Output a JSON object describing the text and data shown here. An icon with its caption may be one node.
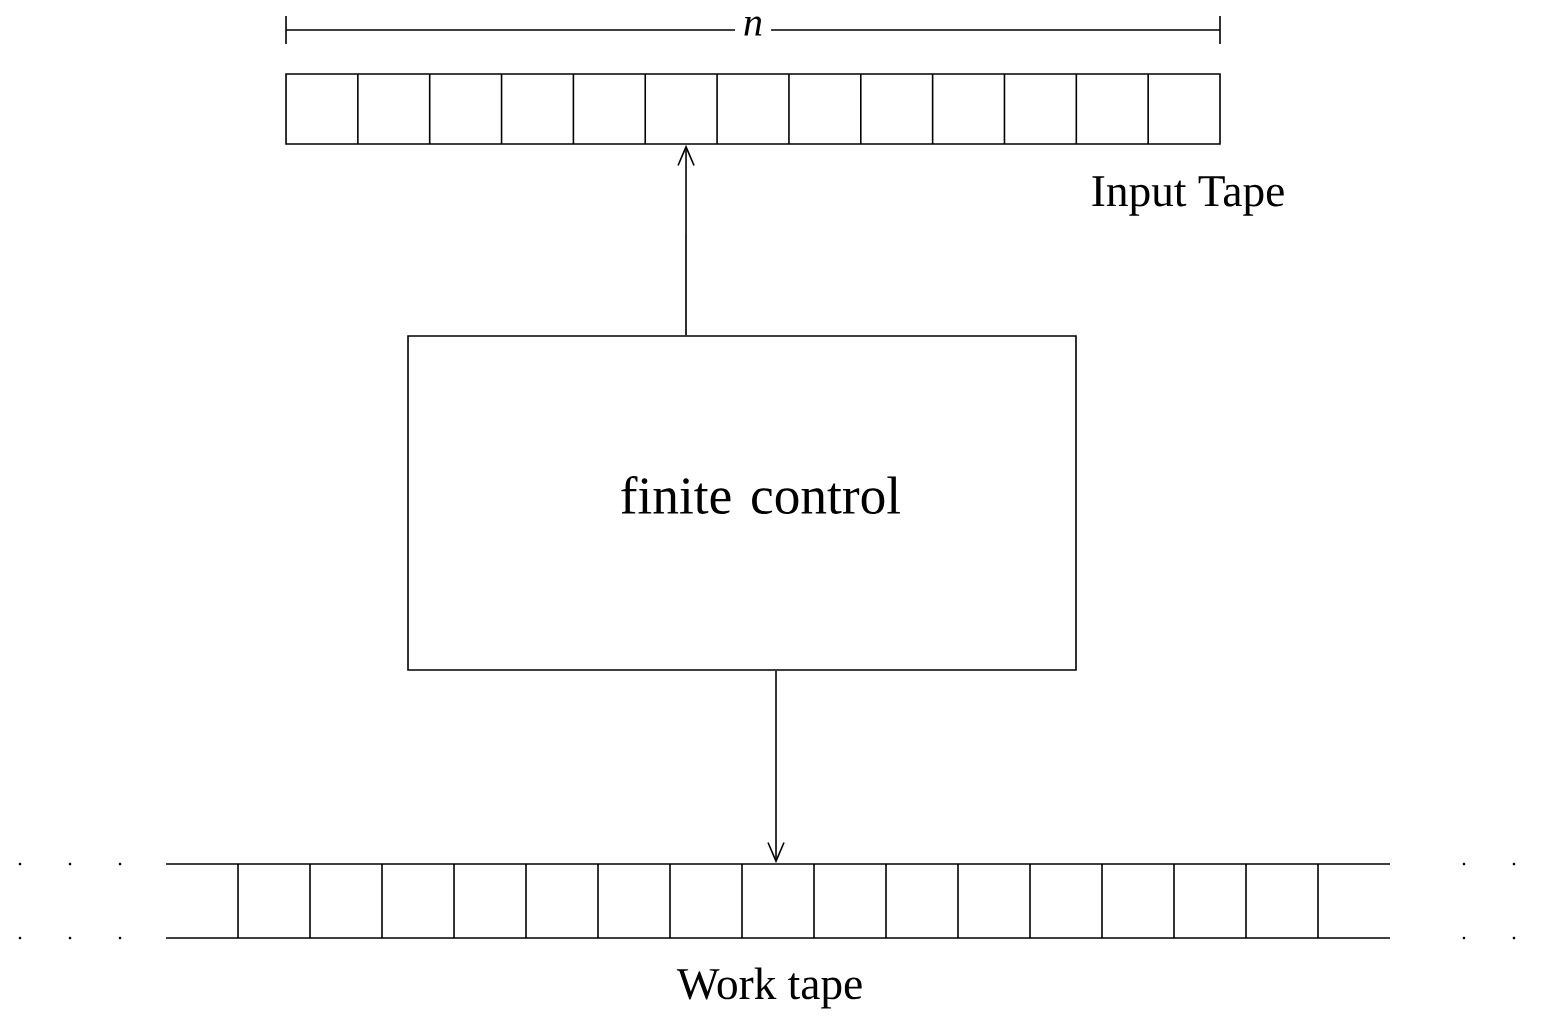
{
  "diagram": {
    "nodes": [
      {
        "text": [
          "Input Tape"
        ]
      },
      {
        "text": [
          "finite control"
        ]
      },
      {
        "text": [
          "Work tape"
        ]
      }
    ],
    "edges": [
      {
        "from": 1,
        "to": 0,
        "arrow": "to"
      },
      {
        "from": 1,
        "to": 2,
        "arrow": "to"
      }
    ],
    "labels": [
      "n"
    ]
  }
}
